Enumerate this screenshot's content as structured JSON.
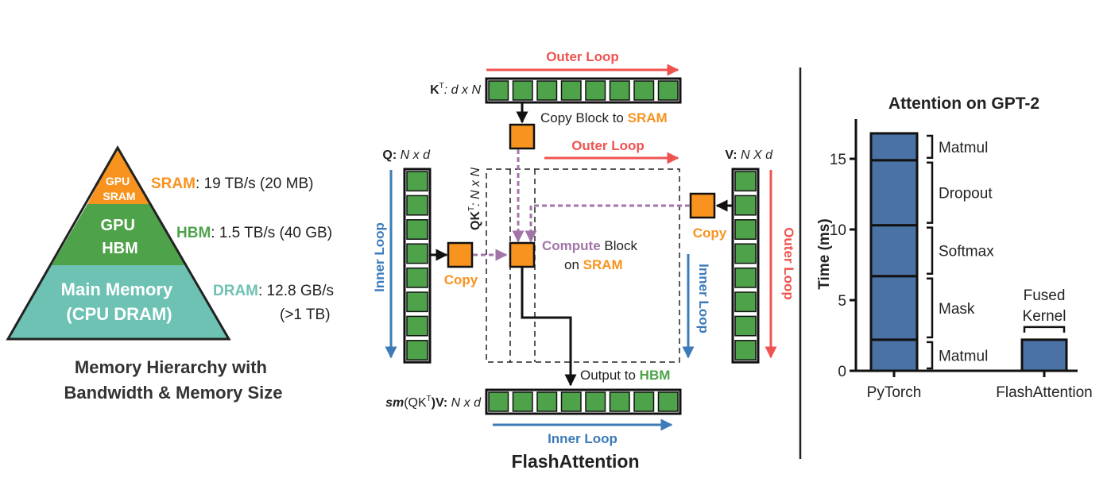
{
  "colors": {
    "orange": "#F7931E",
    "green": "#4EA24A",
    "teal": "#6DC2B3",
    "red": "#EF5350",
    "blue": "#3C7BB8",
    "purple": "#A275A8",
    "bar": "#4A72A4",
    "dark": "#222222"
  },
  "pyramid": {
    "tier_sram": "GPU\nSRAM",
    "tier_hbm": "GPU\nHBM",
    "tier_main": "Main Memory\n(CPU DRAM)",
    "sram_name": "SRAM",
    "sram_spec": ": 19 TB/s (20 MB)",
    "hbm_name": "HBM",
    "hbm_spec": ": 1.5 TB/s (40 GB)",
    "dram_name": "DRAM",
    "dram_spec": ": 12.8 GB/s",
    "dram_spec2": "(>1 TB)",
    "caption_line1": "Memory Hierarchy with",
    "caption_line2": "Bandwidth & Memory Size"
  },
  "flash": {
    "kt_label_bold": "K",
    "kt_label_sup": "T",
    "kt_label_rest": ": d x N",
    "q_label_bold": "Q:",
    "q_label_rest": " N x d",
    "qkt_label": "QK",
    "qkt_label_sup": "T",
    "qkt_label_rest": ": N x N",
    "v_label_bold": "V:",
    "v_label_rest": " N X d",
    "out_label_ital": "sm",
    "out_label_mid": "(QK",
    "out_label_sup": "T",
    "out_label_rest": ")V:",
    "out_label_dims": " N x d",
    "outer_loop_top": "Outer Loop",
    "outer_loop_mid": "Outer Loop",
    "outer_loop_right": "Outer Loop",
    "inner_loop_left": "Inner Loop",
    "inner_loop_right": "Inner Loop",
    "inner_loop_bottom": "Inner Loop",
    "copy_block_text": "Copy Block to ",
    "copy_block_sram": "SRAM",
    "copy_left": "Copy",
    "copy_right": "Copy",
    "compute_word": "Compute",
    "compute_block": " Block",
    "compute_on": "on ",
    "compute_sram": "SRAM",
    "output_text": "Output to ",
    "output_hbm": "HBM",
    "title": "FlashAttention"
  },
  "chart_data": {
    "type": "bar",
    "title": "Attention on GPT-2",
    "ylabel": "Time (ms)",
    "xlabel": "",
    "ylim": [
      0,
      17
    ],
    "yticks": [
      0,
      5,
      10,
      15
    ],
    "categories": [
      "PyTorch",
      "FlashAttention"
    ],
    "stacks": [
      {
        "category": "PyTorch",
        "segments": [
          {
            "name": "Matmul",
            "value": 2.2
          },
          {
            "name": "Mask",
            "value": 4.5
          },
          {
            "name": "Softmax",
            "value": 3.6
          },
          {
            "name": "Dropout",
            "value": 4.6
          },
          {
            "name": "Matmul",
            "value": 1.9
          }
        ]
      },
      {
        "category": "FlashAttention",
        "segments": [
          {
            "name": "Fused\nKernel",
            "value": 2.2
          }
        ]
      }
    ],
    "grid": false,
    "legend": "none"
  }
}
